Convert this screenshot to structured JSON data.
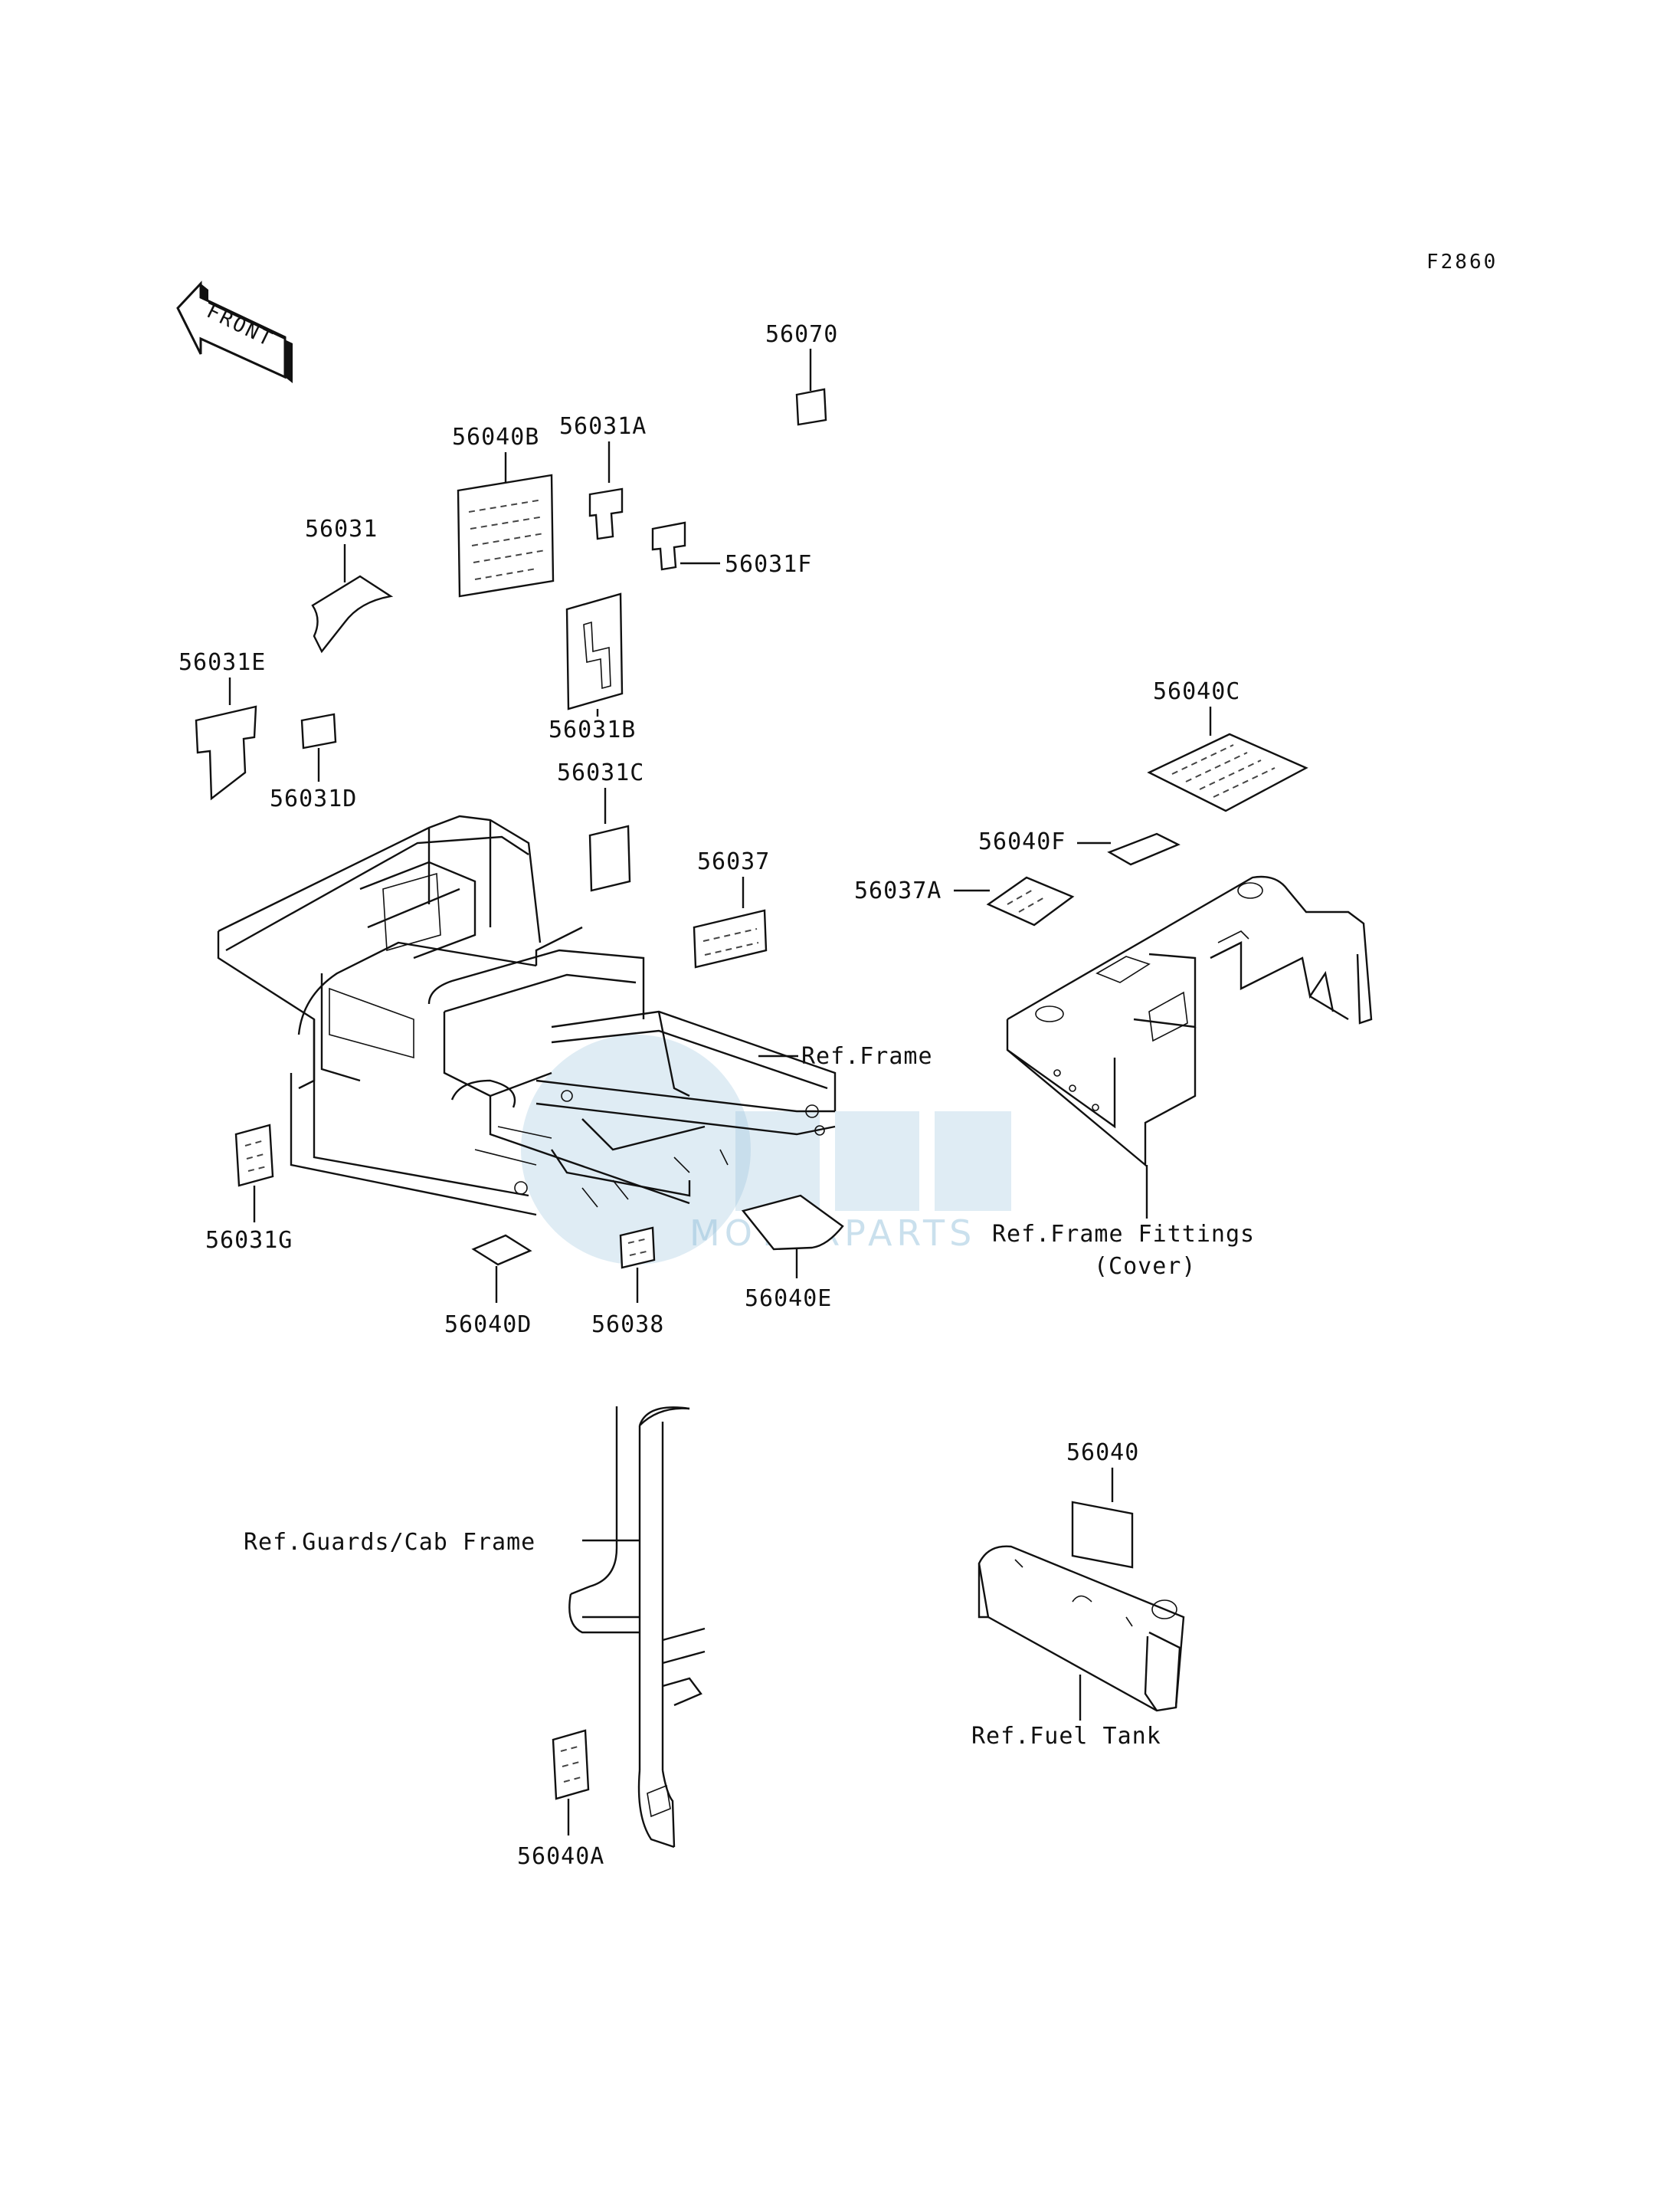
{
  "figure_code": "F2860",
  "front_badge": "FRONT",
  "watermark": {
    "main": "OEM",
    "sub": "MOTORPARTS"
  },
  "part_labels": {
    "p56070": "56070",
    "p56040B": "56040B",
    "p56031A": "56031A",
    "p56031": "56031",
    "p56031F": "56031F",
    "p56031E": "56031E",
    "p56031B": "56031B",
    "p56031D": "56031D",
    "p56031C": "56031C",
    "p56040C": "56040C",
    "p56037": "56037",
    "p56040F": "56040F",
    "p56037A": "56037A",
    "p56031G": "56031G",
    "p56040D": "56040D",
    "p56038": "56038",
    "p56040E": "56040E",
    "p56040": "56040",
    "p56040A": "56040A"
  },
  "reference_labels": {
    "frame": "Ref.Frame",
    "frame_fittings": "Ref.Frame Fittings",
    "frame_fittings_sub": "(Cover)",
    "guards_cab": "Ref.Guards/Cab Frame",
    "fuel_tank": "Ref.Fuel Tank"
  },
  "icons": [
    "front-arrow-icon",
    "frame-assembly",
    "cover-assembly",
    "guard-bar",
    "fuel-tank"
  ]
}
